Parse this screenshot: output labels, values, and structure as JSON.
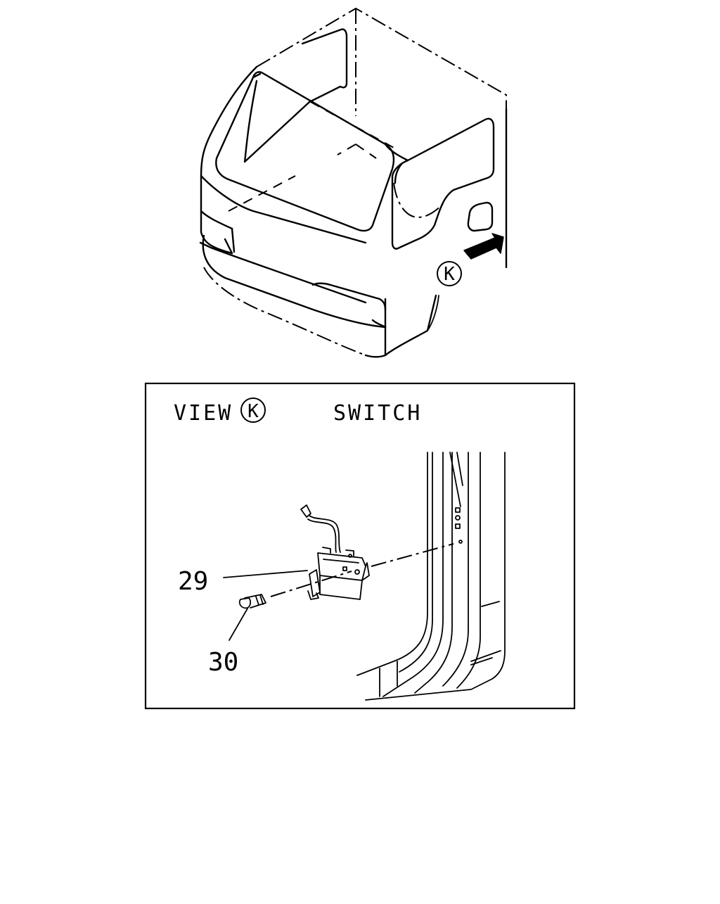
{
  "callouts": {
    "view_marker": "K",
    "view_label": "VIEW",
    "view_letter": "K",
    "section_title": "SWITCH",
    "part_29": "29",
    "part_30": "30"
  },
  "colors": {
    "line": "#000000",
    "background": "#ffffff"
  }
}
